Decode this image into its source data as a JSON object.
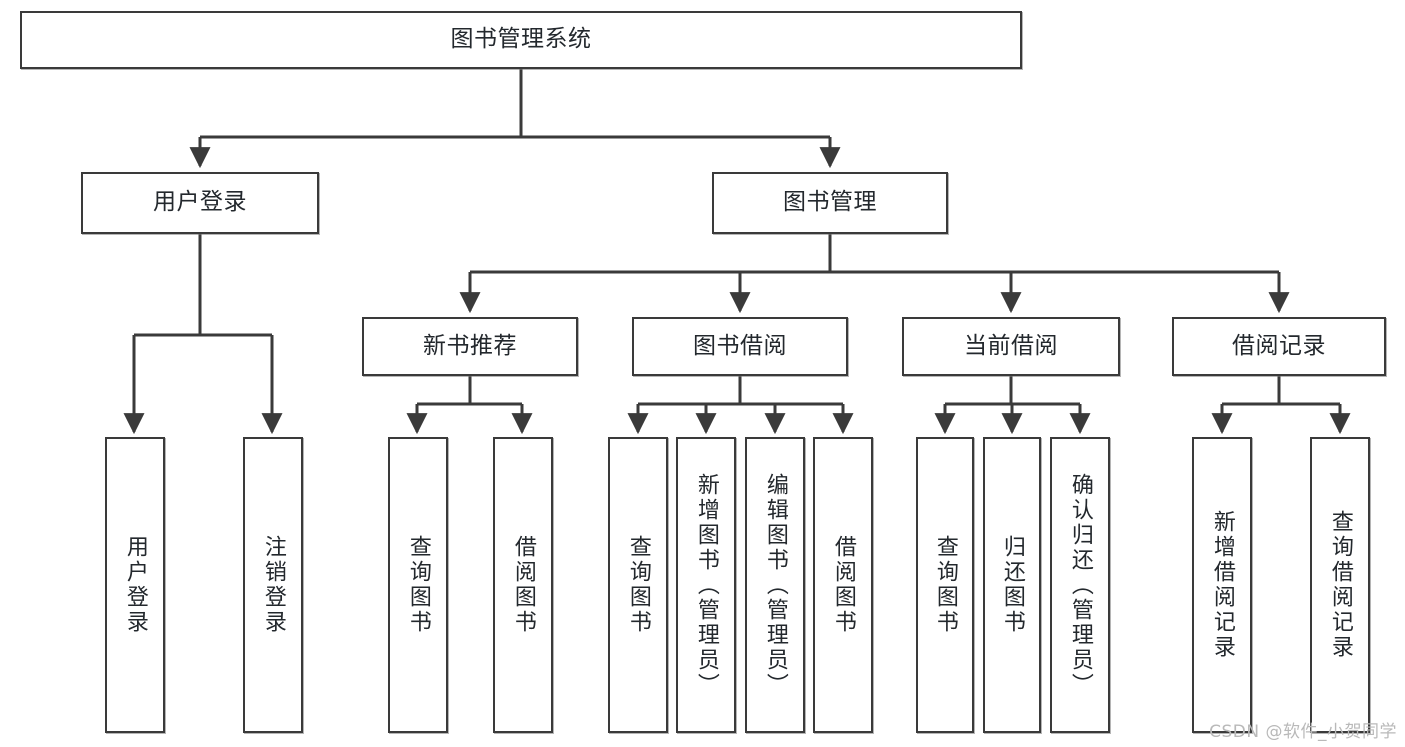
{
  "diagram": {
    "title": "图书管理系统",
    "type": "hierarchy-tree",
    "watermark": "CSDN @软件_小贺同学",
    "colors": {
      "box_border": "#3a3a3a",
      "box_fill": "#ffffff",
      "connector": "#3a3a3a",
      "text": "#23282d",
      "watermark": "#b9b9b9"
    },
    "nodes": {
      "root": {
        "label": "图书管理系统"
      },
      "level2": [
        {
          "id": "user-login",
          "label": "用户登录"
        },
        {
          "id": "book-manage",
          "label": "图书管理"
        }
      ],
      "level3": [
        {
          "id": "new-book-recommend",
          "label": "新书推荐"
        },
        {
          "id": "book-borrow",
          "label": "图书借阅"
        },
        {
          "id": "current-borrow",
          "label": "当前借阅"
        },
        {
          "id": "borrow-record",
          "label": "借阅记录"
        }
      ],
      "leaves": {
        "user-login": [
          {
            "id": "leaf-user-login",
            "label": "用户登录"
          },
          {
            "id": "leaf-logout",
            "label": "注销登录"
          }
        ],
        "new-book-recommend": [
          {
            "id": "leaf-query-book-1",
            "label": "查询图书"
          },
          {
            "id": "leaf-borrow-book-1",
            "label": "借阅图书"
          }
        ],
        "book-borrow": [
          {
            "id": "leaf-query-book-2",
            "label": "查询图书"
          },
          {
            "id": "leaf-add-book",
            "label": "新增图书（管理员）"
          },
          {
            "id": "leaf-edit-book",
            "label": "编辑图书（管理员）"
          },
          {
            "id": "leaf-borrow-book-2",
            "label": "借阅图书"
          }
        ],
        "current-borrow": [
          {
            "id": "leaf-query-book-3",
            "label": "查询图书"
          },
          {
            "id": "leaf-return-book",
            "label": "归还图书"
          },
          {
            "id": "leaf-confirm-return",
            "label": "确认归还（管理员）"
          }
        ],
        "borrow-record": [
          {
            "id": "leaf-add-record",
            "label": "新增借阅记录"
          },
          {
            "id": "leaf-query-record",
            "label": "查询借阅记录"
          }
        ]
      }
    }
  }
}
